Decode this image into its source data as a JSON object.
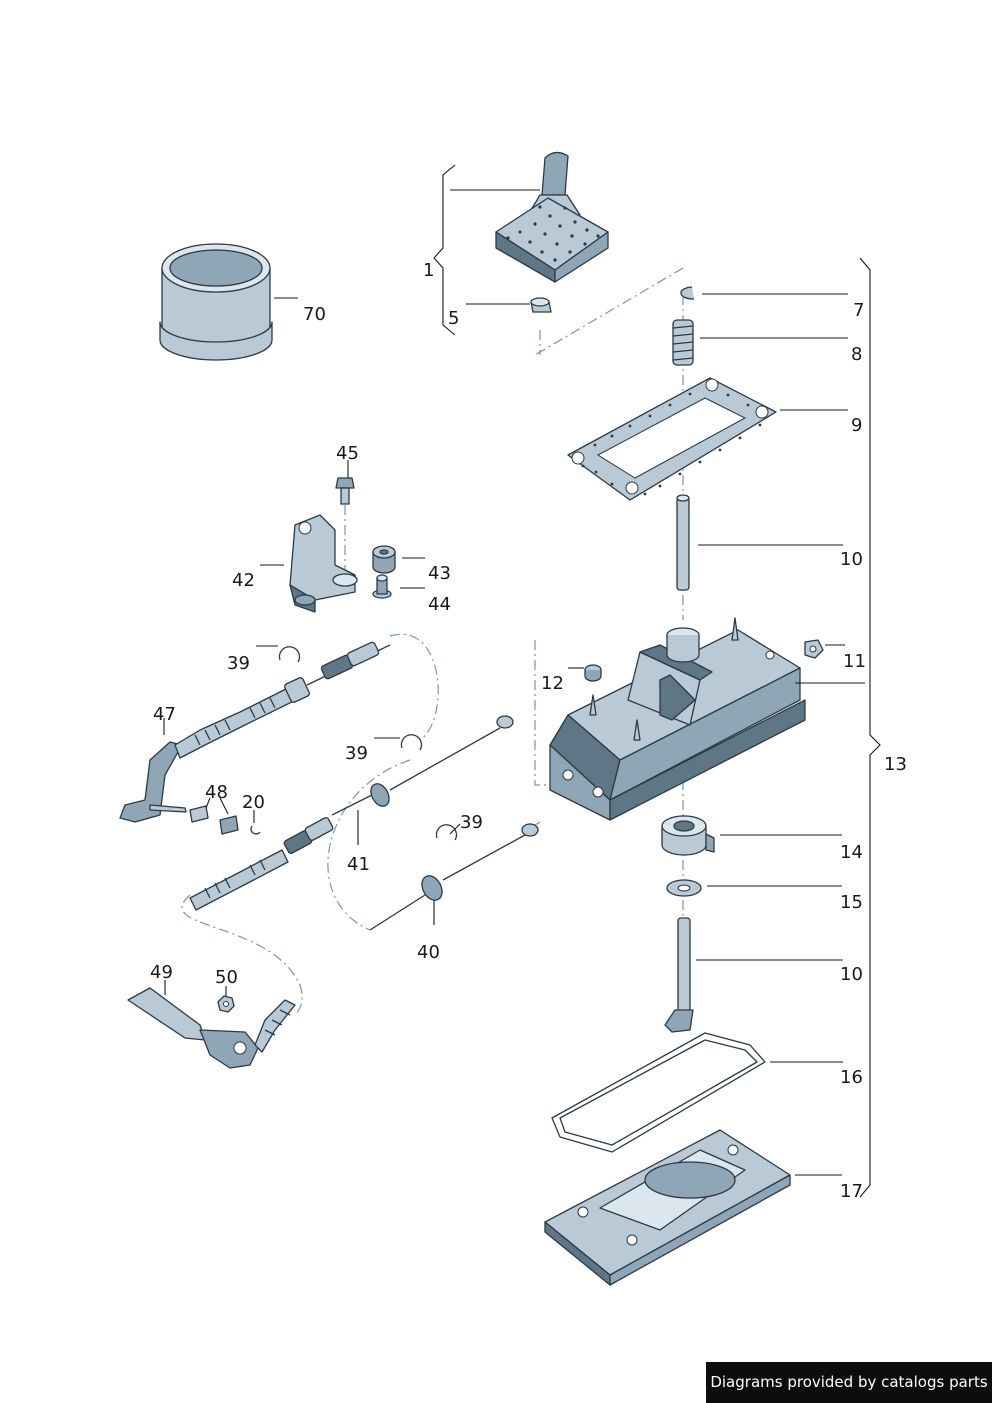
{
  "labels": {
    "p1": "1",
    "p5": "5",
    "p7": "7",
    "p8": "8",
    "p9": "9",
    "p10a": "10",
    "p10b": "10",
    "p11": "11",
    "p12": "12",
    "p13": "13",
    "p14": "14",
    "p15": "15",
    "p16": "16",
    "p17": "17",
    "p20": "20",
    "p39a": "39",
    "p39b": "39",
    "p39c": "39",
    "p40": "40",
    "p41": "41",
    "p42": "42",
    "p43": "43",
    "p44": "44",
    "p45": "45",
    "p47": "47",
    "p48": "48",
    "p49": "49",
    "p50": "50",
    "p70": "70"
  },
  "footer": {
    "credit": "Diagrams provided by catalogs parts"
  },
  "colors": {
    "part_fill": "#b9cad6",
    "part_dark": "#5f7686",
    "line": "#1a1a1a",
    "dash": "#7d97ab"
  }
}
